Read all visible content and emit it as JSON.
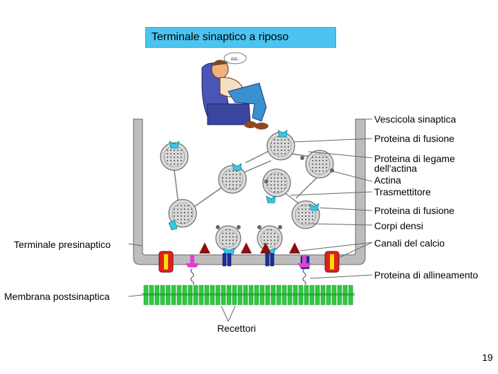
{
  "title": "Terminale sinaptico a riposo",
  "sleep_bubble": "zzz..",
  "labels": {
    "vescicola": "Vescicola sinaptica",
    "fusione1": "Proteina di fusione",
    "legame_line1": "Proteina di legame",
    "legame_line2": "dell'actina",
    "actina": "Actina",
    "trasmettitore": "Trasmettitore",
    "fusione2": "Proteina di fusione",
    "corpi_densi": "Corpi densi",
    "canali_calcio": "Canali del calcio",
    "allineamento": "Proteina di allineamento",
    "presinaptico": "Terminale presinaptico",
    "postsinaptica": "Membrana postsinaptica",
    "recettori": "Recettori"
  },
  "page_number": "19",
  "colors": {
    "title_bg": "#4dc3f0",
    "membrane": "#b8b8b8",
    "vesicle": "#d9d9d9",
    "fusion_protein": "#36c7e6",
    "dense_body": "#8b0f0f",
    "calcium_channel_red": "#e02020",
    "calcium_channel_yellow": "#f5e000",
    "alignment_protein": "#e040d0",
    "receptor": "#2ecc40",
    "blue_channel": "#1a2fa0"
  }
}
